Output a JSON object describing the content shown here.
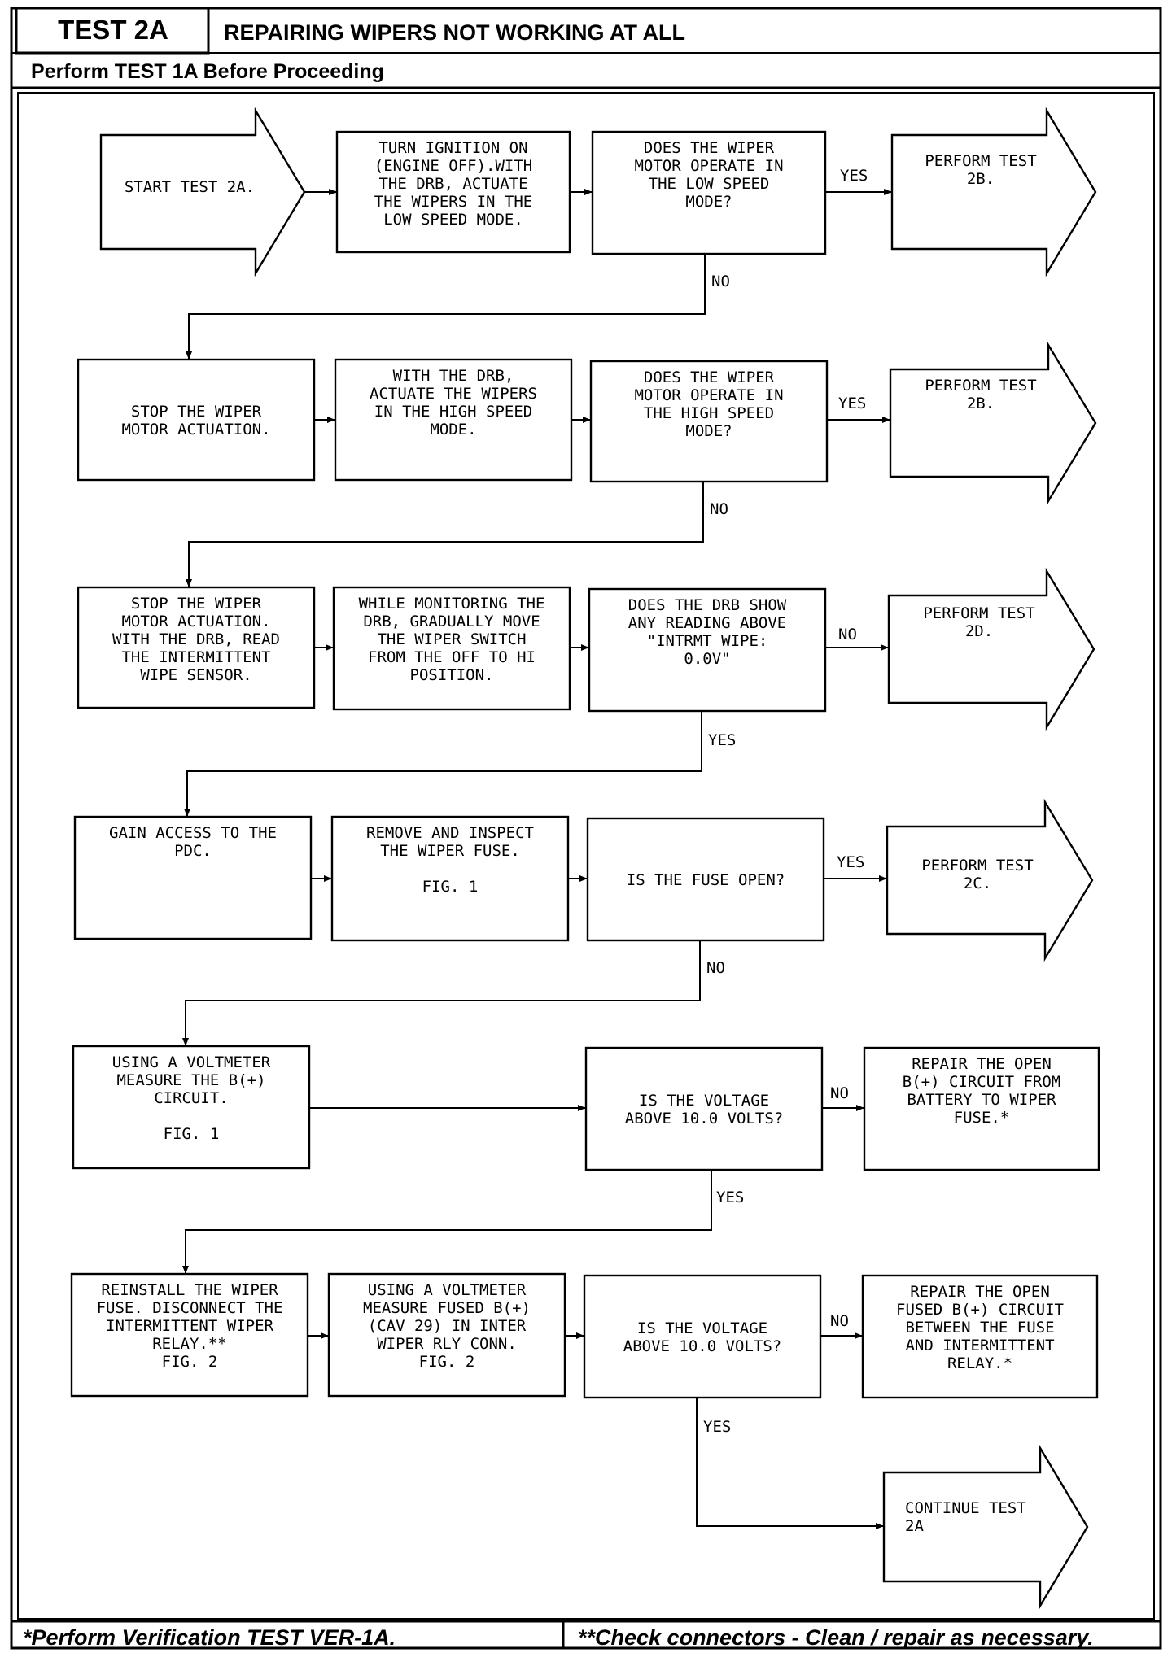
{
  "header": {
    "test_id": "TEST 2A",
    "title": "REPAIRING WIPERS NOT WORKING AT ALL",
    "prerequisite": "Perform TEST 1A Before Proceeding"
  },
  "footer": {
    "note_single": "*Perform Verification TEST VER-1A.",
    "note_double": "**Check connectors - Clean / repair as necessary."
  },
  "nodes": {
    "start": [
      "START TEST 2A."
    ],
    "r1_action": [
      "TURN IGNITION ON",
      "(ENGINE OFF).WITH",
      "THE DRB, ACTUATE",
      "THE WIPERS IN THE",
      "LOW SPEED MODE."
    ],
    "r1_question": [
      "DOES THE WIPER",
      "MOTOR OPERATE IN",
      "THE LOW SPEED",
      "MODE?"
    ],
    "r1_result": [
      "PERFORM TEST",
      "2B."
    ],
    "r2_stop": [
      "STOP THE WIPER",
      "MOTOR ACTUATION."
    ],
    "r2_action": [
      "WITH THE DRB,",
      "ACTUATE THE WIPERS",
      "IN THE HIGH SPEED",
      "MODE."
    ],
    "r2_question": [
      "DOES THE WIPER",
      "MOTOR OPERATE IN",
      "THE HIGH SPEED",
      "MODE?"
    ],
    "r2_result": [
      "PERFORM TEST",
      "2B."
    ],
    "r3_stop": [
      "STOP THE WIPER",
      "MOTOR ACTUATION.",
      "WITH THE DRB, READ",
      "THE INTERMITTENT",
      "WIPE SENSOR."
    ],
    "r3_action": [
      "WHILE MONITORING THE",
      "DRB, GRADUALLY MOVE",
      "THE WIPER SWITCH",
      "FROM THE OFF TO HI",
      "POSITION."
    ],
    "r3_question": [
      "DOES THE DRB SHOW",
      "ANY READING ABOVE",
      "\"INTRMT WIPE:",
      "0.0V\""
    ],
    "r3_result": [
      "PERFORM TEST",
      "2D."
    ],
    "r4_access": [
      "GAIN ACCESS TO THE",
      "PDC."
    ],
    "r4_action": [
      "REMOVE AND INSPECT",
      "THE WIPER FUSE.",
      "",
      "FIG. 1"
    ],
    "r4_question": [
      "IS THE FUSE OPEN?"
    ],
    "r4_result": [
      "PERFORM TEST",
      "2C."
    ],
    "r5_measure": [
      "USING A VOLTMETER",
      "MEASURE THE B(+)",
      "CIRCUIT.",
      "",
      "FIG. 1"
    ],
    "r5_question": [
      "IS THE VOLTAGE",
      "ABOVE 10.0 VOLTS?"
    ],
    "r5_repair": [
      "REPAIR THE OPEN",
      "B(+) CIRCUIT FROM",
      "BATTERY TO WIPER",
      "FUSE.*"
    ],
    "r6_reinstall": [
      "REINSTALL THE WIPER",
      "FUSE. DISCONNECT THE",
      "INTERMITTENT WIPER",
      "RELAY.**",
      "FIG. 2"
    ],
    "r6_measure": [
      "USING A VOLTMETER",
      "MEASURE FUSED B(+)",
      "(CAV 29) IN INTER",
      "WIPER RLY CONN.",
      "FIG. 2"
    ],
    "r6_question": [
      "IS THE VOLTAGE",
      "ABOVE 10.0 VOLTS?"
    ],
    "r6_repair": [
      "REPAIR THE OPEN",
      "FUSED B(+) CIRCUIT",
      "BETWEEN THE FUSE",
      "AND INTERMITTENT",
      "RELAY.*"
    ],
    "continue": [
      "CONTINUE TEST",
      "2A"
    ]
  },
  "labels": {
    "r1_yes": "YES",
    "r1_no": "NO",
    "r2_yes": "YES",
    "r2_no": "NO",
    "r3_no": "NO",
    "r3_yes": "YES",
    "r4_yes": "YES",
    "r4_no": "NO",
    "r5_no": "NO",
    "r5_yes": "YES",
    "r6_no": "NO",
    "r6_yes": "YES"
  }
}
